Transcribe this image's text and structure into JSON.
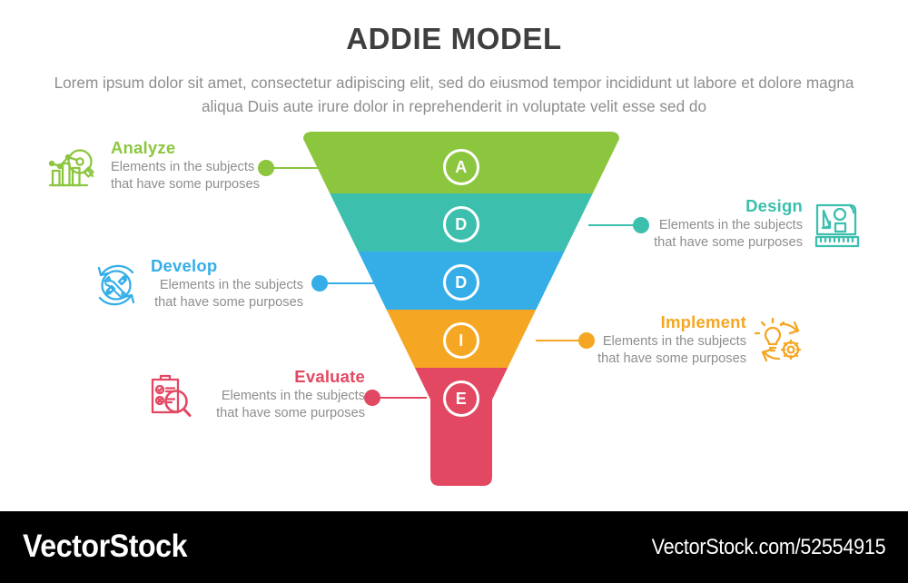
{
  "header": {
    "title": "ADDIE MODEL",
    "subtitle": "Lorem ipsum dolor sit amet, consectetur adipiscing elit, sed do eiusmod tempor incididunt ut labore et dolore magna aliqua Duis aute irure dolor in reprehenderit in voluptate velit esse sed do"
  },
  "diagram": {
    "type": "funnel",
    "stage_count": 5,
    "stages": [
      {
        "letter": "A",
        "label": "Analyze",
        "description": "Elements in the subjects\nthat have some purposes",
        "color": "#8CC63E",
        "side": "left",
        "icon": "bar-chart-magnifier-icon"
      },
      {
        "letter": "D",
        "label": "Design",
        "description": "Elements in the subjects\nthat have some purposes",
        "color": "#3DBFAE",
        "side": "right",
        "icon": "blueprint-ruler-icon"
      },
      {
        "letter": "D",
        "label": "Develop",
        "description": "Elements in the subjects\nthat have some purposes",
        "color": "#35AEE8",
        "side": "left",
        "icon": "wrench-screwdriver-cycle-icon"
      },
      {
        "letter": "I",
        "label": "Implement",
        "description": "Elements in the subjects\nthat have some purposes",
        "color": "#F5A623",
        "side": "right",
        "icon": "lightbulb-gear-cycle-icon"
      },
      {
        "letter": "E",
        "label": "Evaluate",
        "description": "Elements in the subjects\nthat have some purposes",
        "color": "#E34862",
        "side": "left",
        "icon": "clipboard-checklist-magnifier-icon"
      }
    ]
  },
  "footer": {
    "brand": "VectorStock",
    "url": "VectorStock.com/52554915"
  }
}
